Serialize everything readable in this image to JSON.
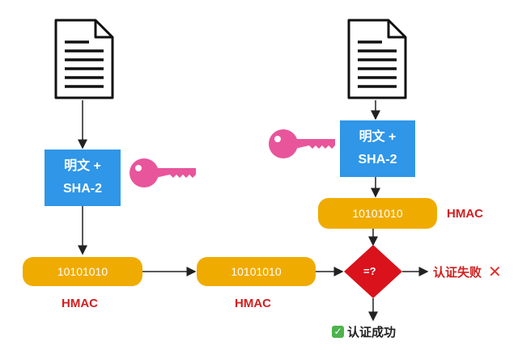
{
  "left_column": {
    "hash_box_line1": "明文 +",
    "hash_box_line2": "SHA-2",
    "hmac_value": "10101010",
    "hmac_label": "HMAC"
  },
  "transmitted": {
    "hmac_value": "10101010",
    "hmac_label": "HMAC"
  },
  "right_column": {
    "hash_box_line1": "明文 +",
    "hash_box_line2": "SHA-2",
    "hmac_value": "10101010",
    "hmac_label": "HMAC"
  },
  "compare": {
    "symbol": "=?",
    "fail_text": "认证失败",
    "success_text": "认证成功"
  },
  "colors": {
    "hash_box": "#2f96e8",
    "hmac_pill": "#f0ab00",
    "diamond": "#d9121b",
    "key": "#e8559b",
    "label_red": "#d31f1f"
  }
}
